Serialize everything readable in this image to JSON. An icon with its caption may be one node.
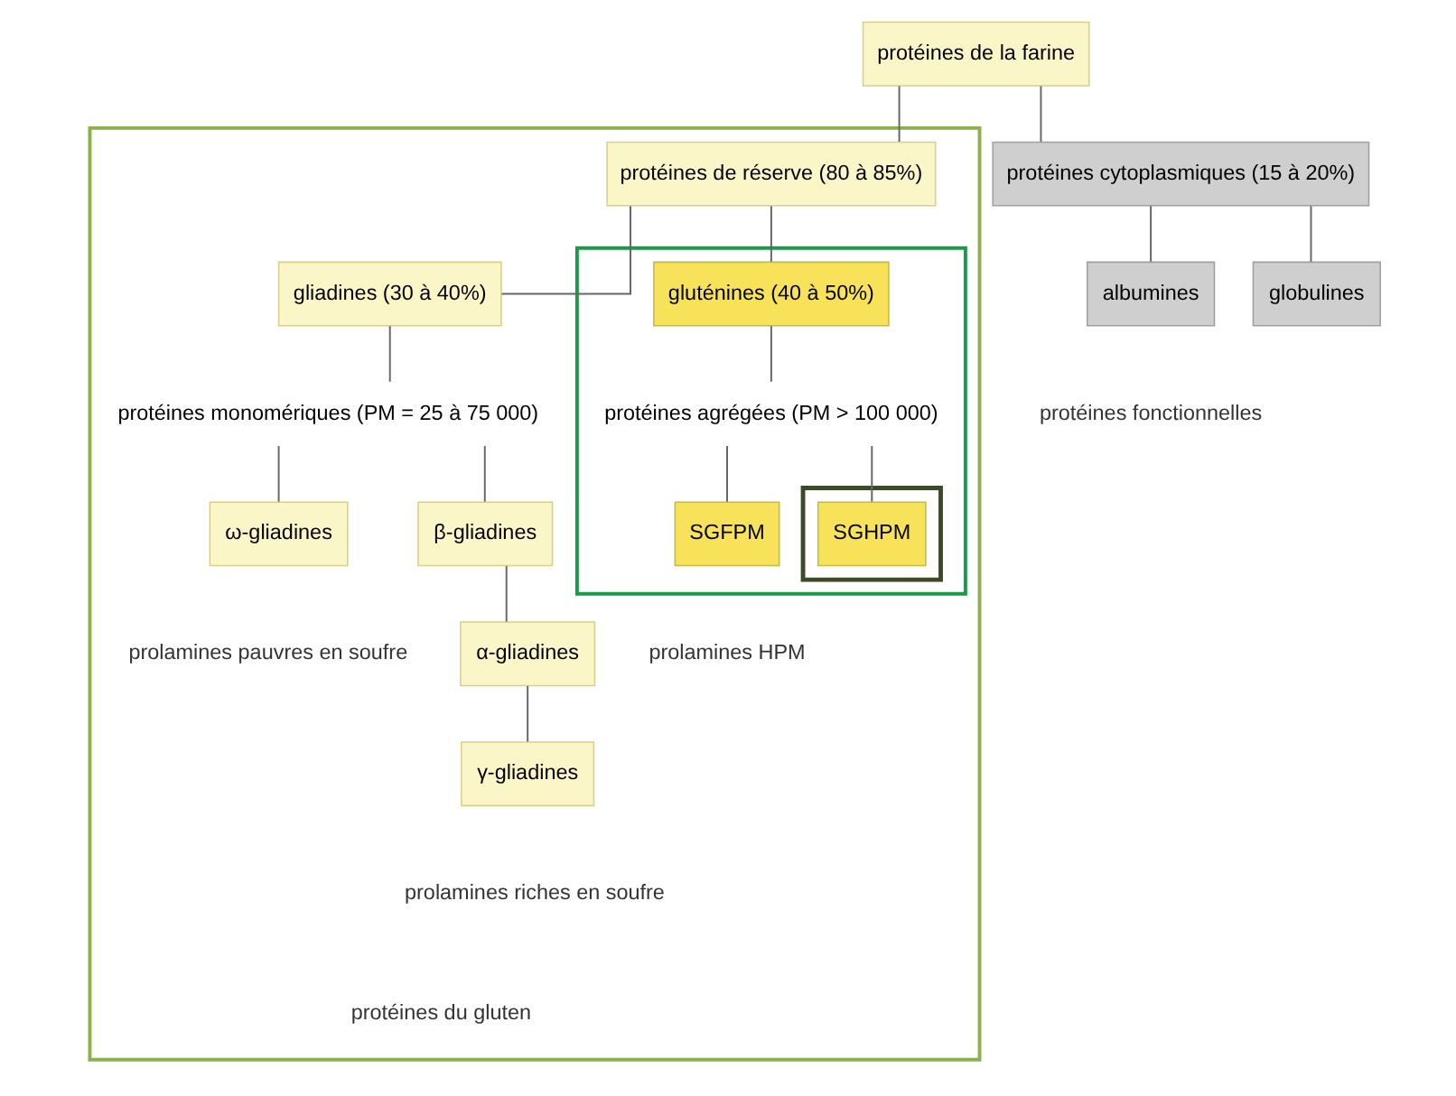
{
  "diagram": {
    "nodes": [
      {
        "text": [
          "protéines de la farine"
        ]
      },
      {
        "text": [
          "protéines cytoplasmiques (15 à 20%)"
        ]
      },
      {
        "text": [
          "albumines"
        ]
      },
      {
        "text": [
          "globulines"
        ]
      },
      {
        "text": [],
        "shape": "box"
      },
      {
        "text": [
          "protéines de réserve (80 à 85%)"
        ],
        "in": 4
      },
      {
        "text": [
          "gliadines (30 à 40%)"
        ],
        "in": 4
      },
      {
        "text": [
          "protéines monomériques (PM = 25 à 75 000)"
        ],
        "in": 4
      },
      {
        "text": [
          "ω-gliadines"
        ],
        "in": 4
      },
      {
        "text": [
          "β-gliadines"
        ],
        "in": 4
      },
      {
        "text": [
          "α-gliadines"
        ],
        "in": 4
      },
      {
        "text": [
          "γ-gliadines"
        ],
        "in": 4
      },
      {
        "text": [],
        "shape": "box",
        "in": 4
      },
      {
        "text": [
          "gluténines (40 à 50%)"
        ],
        "in": 12
      },
      {
        "text": [
          "protéines agrégées (PM > 100 000)"
        ],
        "in": 12
      },
      {
        "text": [
          "SGFPM"
        ],
        "in": 12
      },
      {
        "text": [],
        "shape": "box",
        "in": 12
      },
      {
        "text": [
          "SGHPM"
        ],
        "in": 16
      }
    ],
    "edges": [
      {
        "from": 0,
        "to": 1,
        "arrow": "none"
      },
      {
        "from": 0,
        "to": 5,
        "arrow": "none"
      },
      {
        "from": 1,
        "to": 2,
        "arrow": "none"
      },
      {
        "from": 1,
        "to": 3,
        "arrow": "none"
      },
      {
        "from": 5,
        "to": 6,
        "arrow": "none"
      },
      {
        "from": 5,
        "to": 13,
        "arrow": "none"
      },
      {
        "from": 6,
        "to": 7,
        "arrow": "none"
      },
      {
        "from": 7,
        "to": 8,
        "arrow": "none"
      },
      {
        "from": 7,
        "to": 9,
        "arrow": "none"
      },
      {
        "from": 9,
        "to": 10,
        "arrow": "none"
      },
      {
        "from": 10,
        "to": 11,
        "arrow": "none"
      },
      {
        "from": 13,
        "to": 14,
        "arrow": "none"
      },
      {
        "from": 14,
        "to": 15,
        "arrow": "none"
      },
      {
        "from": 14,
        "to": 17,
        "arrow": "none"
      }
    ],
    "labels": [
      "prolamines pauvres en soufre",
      "prolamines riches en soufre",
      "prolamines HPM",
      "protéines fonctionnelles",
      "protéines du gluten"
    ]
  }
}
